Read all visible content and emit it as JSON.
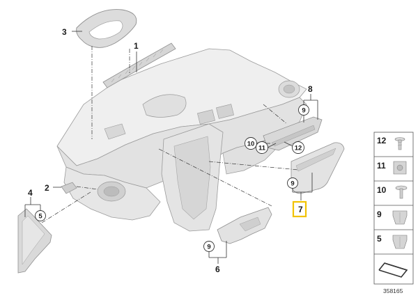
{
  "colors": {
    "part_fill": "#e9e9e9",
    "part_shade": "#cfcfcf",
    "part_stroke": "#9a9a9a",
    "line": "#333333",
    "highlight": "#f2c200"
  },
  "callouts": {
    "c1": "1",
    "c2": "2",
    "c3": "3",
    "c4": "4",
    "c5": "5",
    "c6": "6",
    "c7": "7",
    "c8": "8",
    "c9a": "9",
    "c9b": "9",
    "c9c": "9",
    "c10": "10",
    "c11": "11",
    "c12": "12"
  },
  "legend": {
    "items": [
      {
        "num": "12",
        "icon": "screw-icon"
      },
      {
        "num": "11",
        "icon": "nut-clip-icon"
      },
      {
        "num": "10",
        "icon": "screw-icon"
      },
      {
        "num": "9",
        "icon": "clip-icon"
      },
      {
        "num": "5",
        "icon": "clip-icon"
      }
    ],
    "last_icon": "cut-line-icon"
  },
  "reference_number": "358165"
}
